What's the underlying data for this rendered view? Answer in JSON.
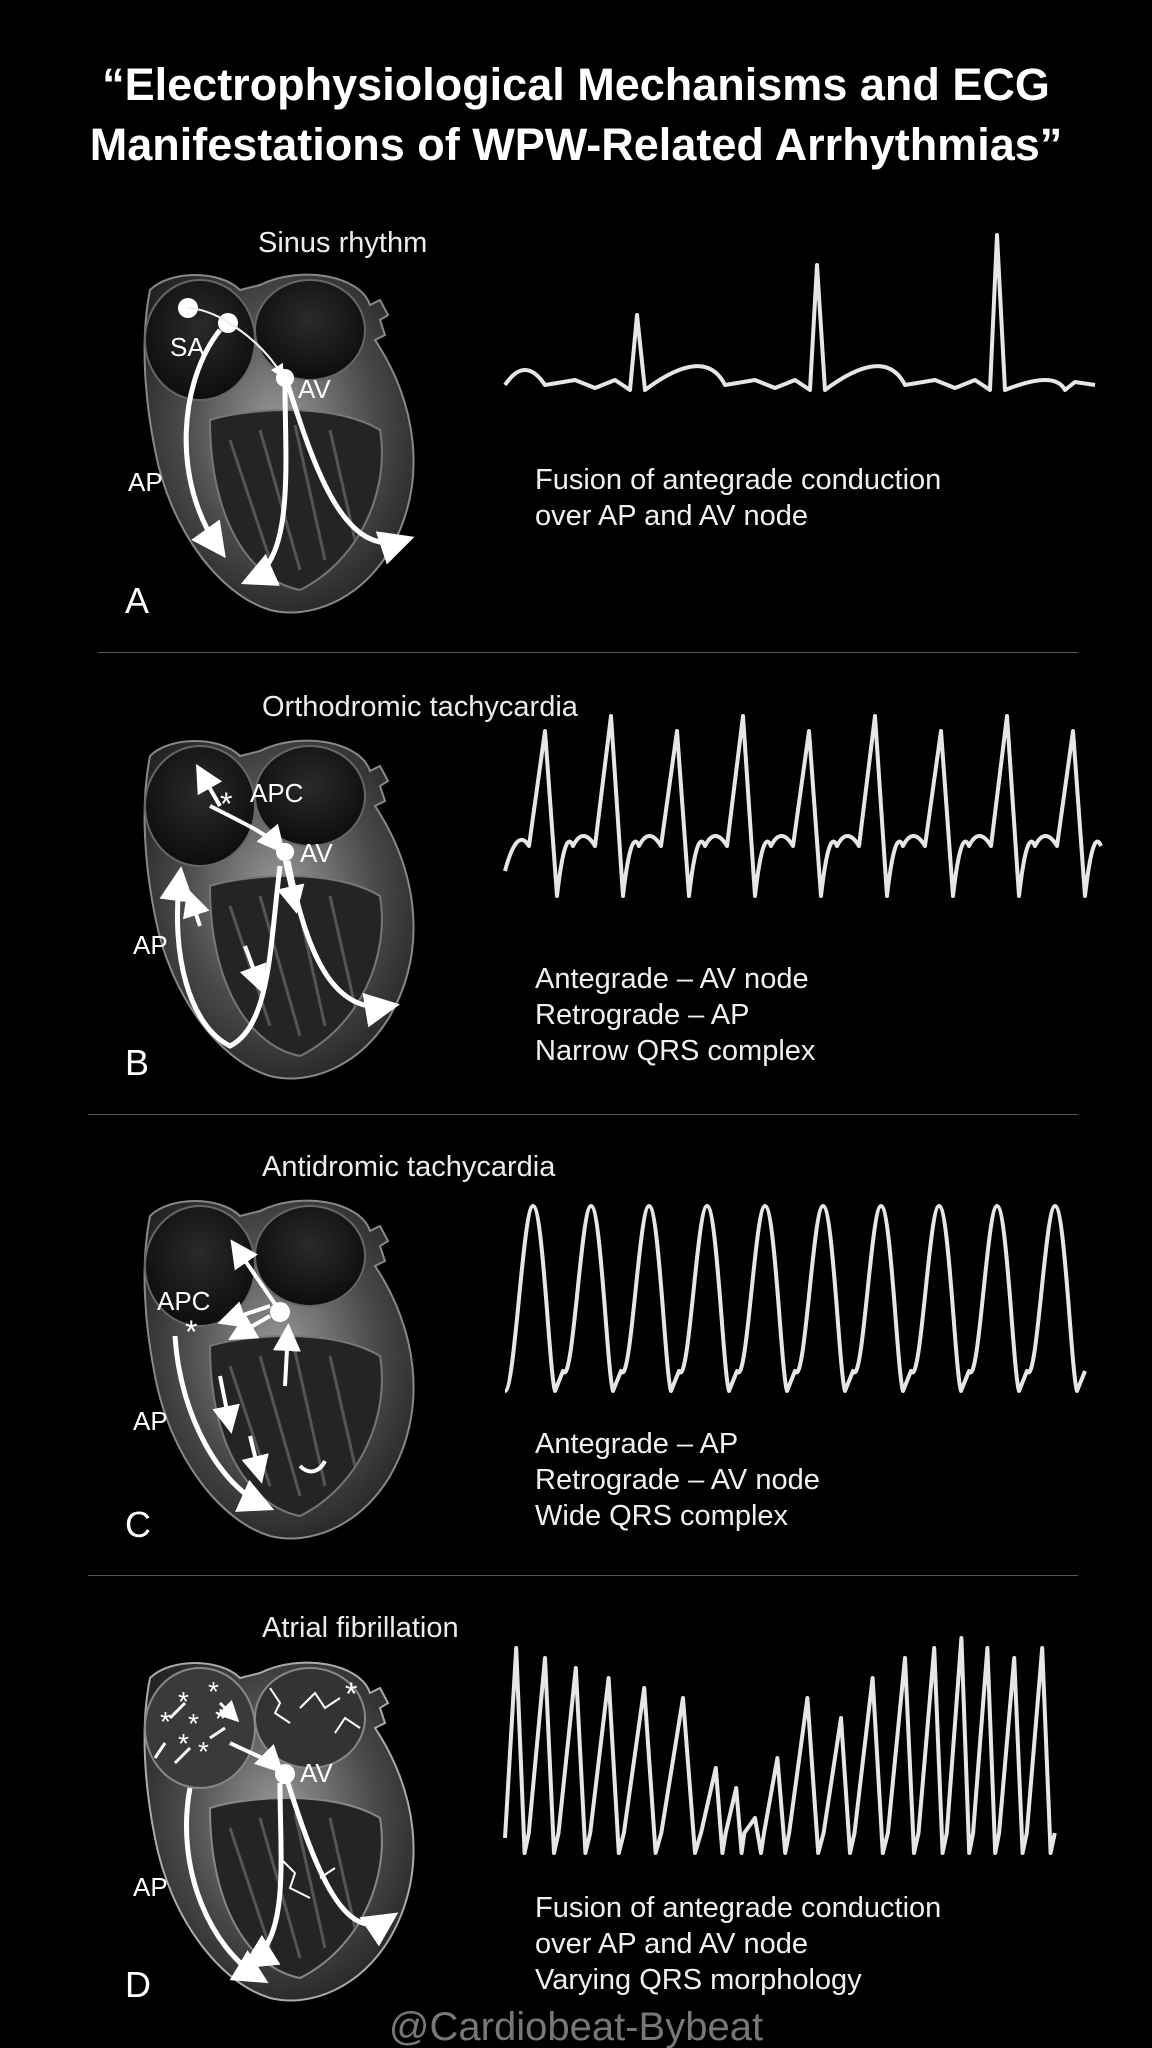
{
  "title": {
    "line1": "“Electrophysiological Mechanisms and ECG",
    "line2": "Manifestations of WPW-Related Arrhythmias”"
  },
  "panels": [
    {
      "letter": "A",
      "subtitle": "Sinus rhythm",
      "labels": {
        "ap": "AP",
        "sa": "SA",
        "av": "AV"
      },
      "description": [
        "Fusion of antegrade conduction",
        "over AP and AV node"
      ]
    },
    {
      "letter": "B",
      "subtitle": "Orthodromic tachycardia",
      "labels": {
        "ap": "AP",
        "apc": "APC",
        "star": "*",
        "av": "AV"
      },
      "description": [
        "Antegrade – AV node",
        "Retrograde – AP",
        "Narrow QRS complex"
      ]
    },
    {
      "letter": "C",
      "subtitle": "Antidromic tachycardia",
      "labels": {
        "ap": "AP",
        "apc": "APC",
        "star": "*"
      },
      "description": [
        "Antegrade – AP",
        "Retrograde – AV node",
        "Wide QRS complex"
      ]
    },
    {
      "letter": "D",
      "subtitle": "Atrial fibrillation",
      "labels": {
        "ap": "AP",
        "av": "AV",
        "star": "*"
      },
      "description": [
        "Fusion of antegrade conduction",
        "over AP and AV node",
        "Varying QRS morphology"
      ]
    }
  ],
  "watermark": "@Cardiobeat-Bybeat"
}
